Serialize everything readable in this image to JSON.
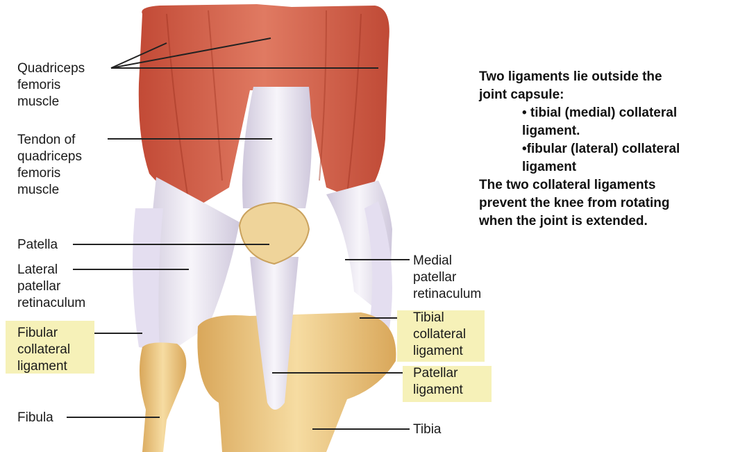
{
  "labels": {
    "quadriceps": "Quadriceps\nfemoris\nmuscle",
    "tendon": "Tendon of\nquadriceps\nfemoris\nmuscle",
    "patella": "Patella",
    "lateral_retinaculum": "Lateral\npatellar\nretinaculum",
    "fibular_collateral": "Fibular\ncollateral\nligament",
    "fibula": "Fibula",
    "medial_retinaculum": "Medial\npatellar\nretinaculum",
    "tibial_collateral": "Tibial\ncollateral\nligament",
    "patellar_ligament": "Patellar\nligament",
    "tibia": "Tibia"
  },
  "notes": {
    "line1": "Two ligaments lie outside the",
    "line2": "joint capsule:",
    "bullet1a": "• tibial (medial) collateral",
    "bullet1b": "ligament.",
    "bullet2a": "•fibular (lateral) collateral",
    "bullet2b": "ligament",
    "line3": "The two collateral ligaments",
    "line4": "prevent the knee from rotating",
    "line5": "when the joint is extended."
  },
  "colors": {
    "highlight": "#f6f1b8",
    "muscle": "#d2614b",
    "ligament": "#ece8f0",
    "bone": "#ecc37a"
  }
}
